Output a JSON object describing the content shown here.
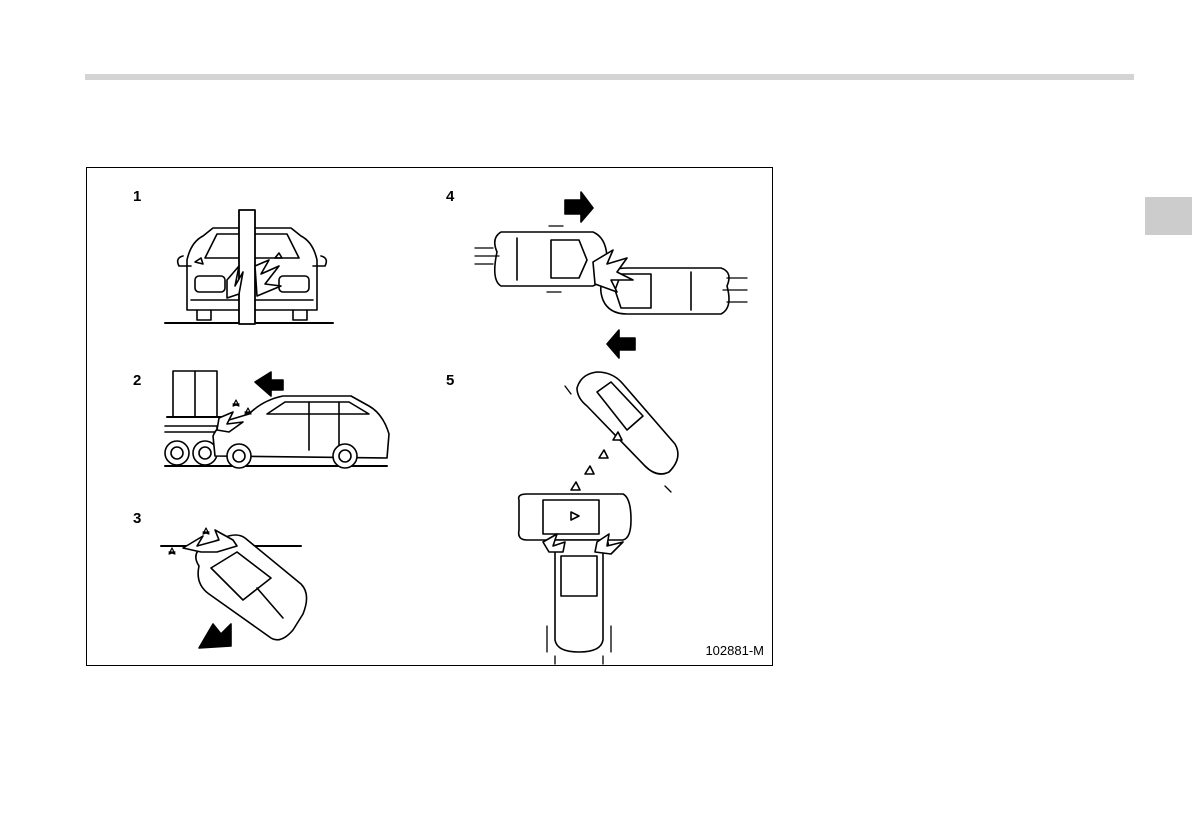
{
  "figure": {
    "panel_numbers": [
      "1",
      "2",
      "3",
      "4",
      "5"
    ],
    "code": "102881-M"
  }
}
